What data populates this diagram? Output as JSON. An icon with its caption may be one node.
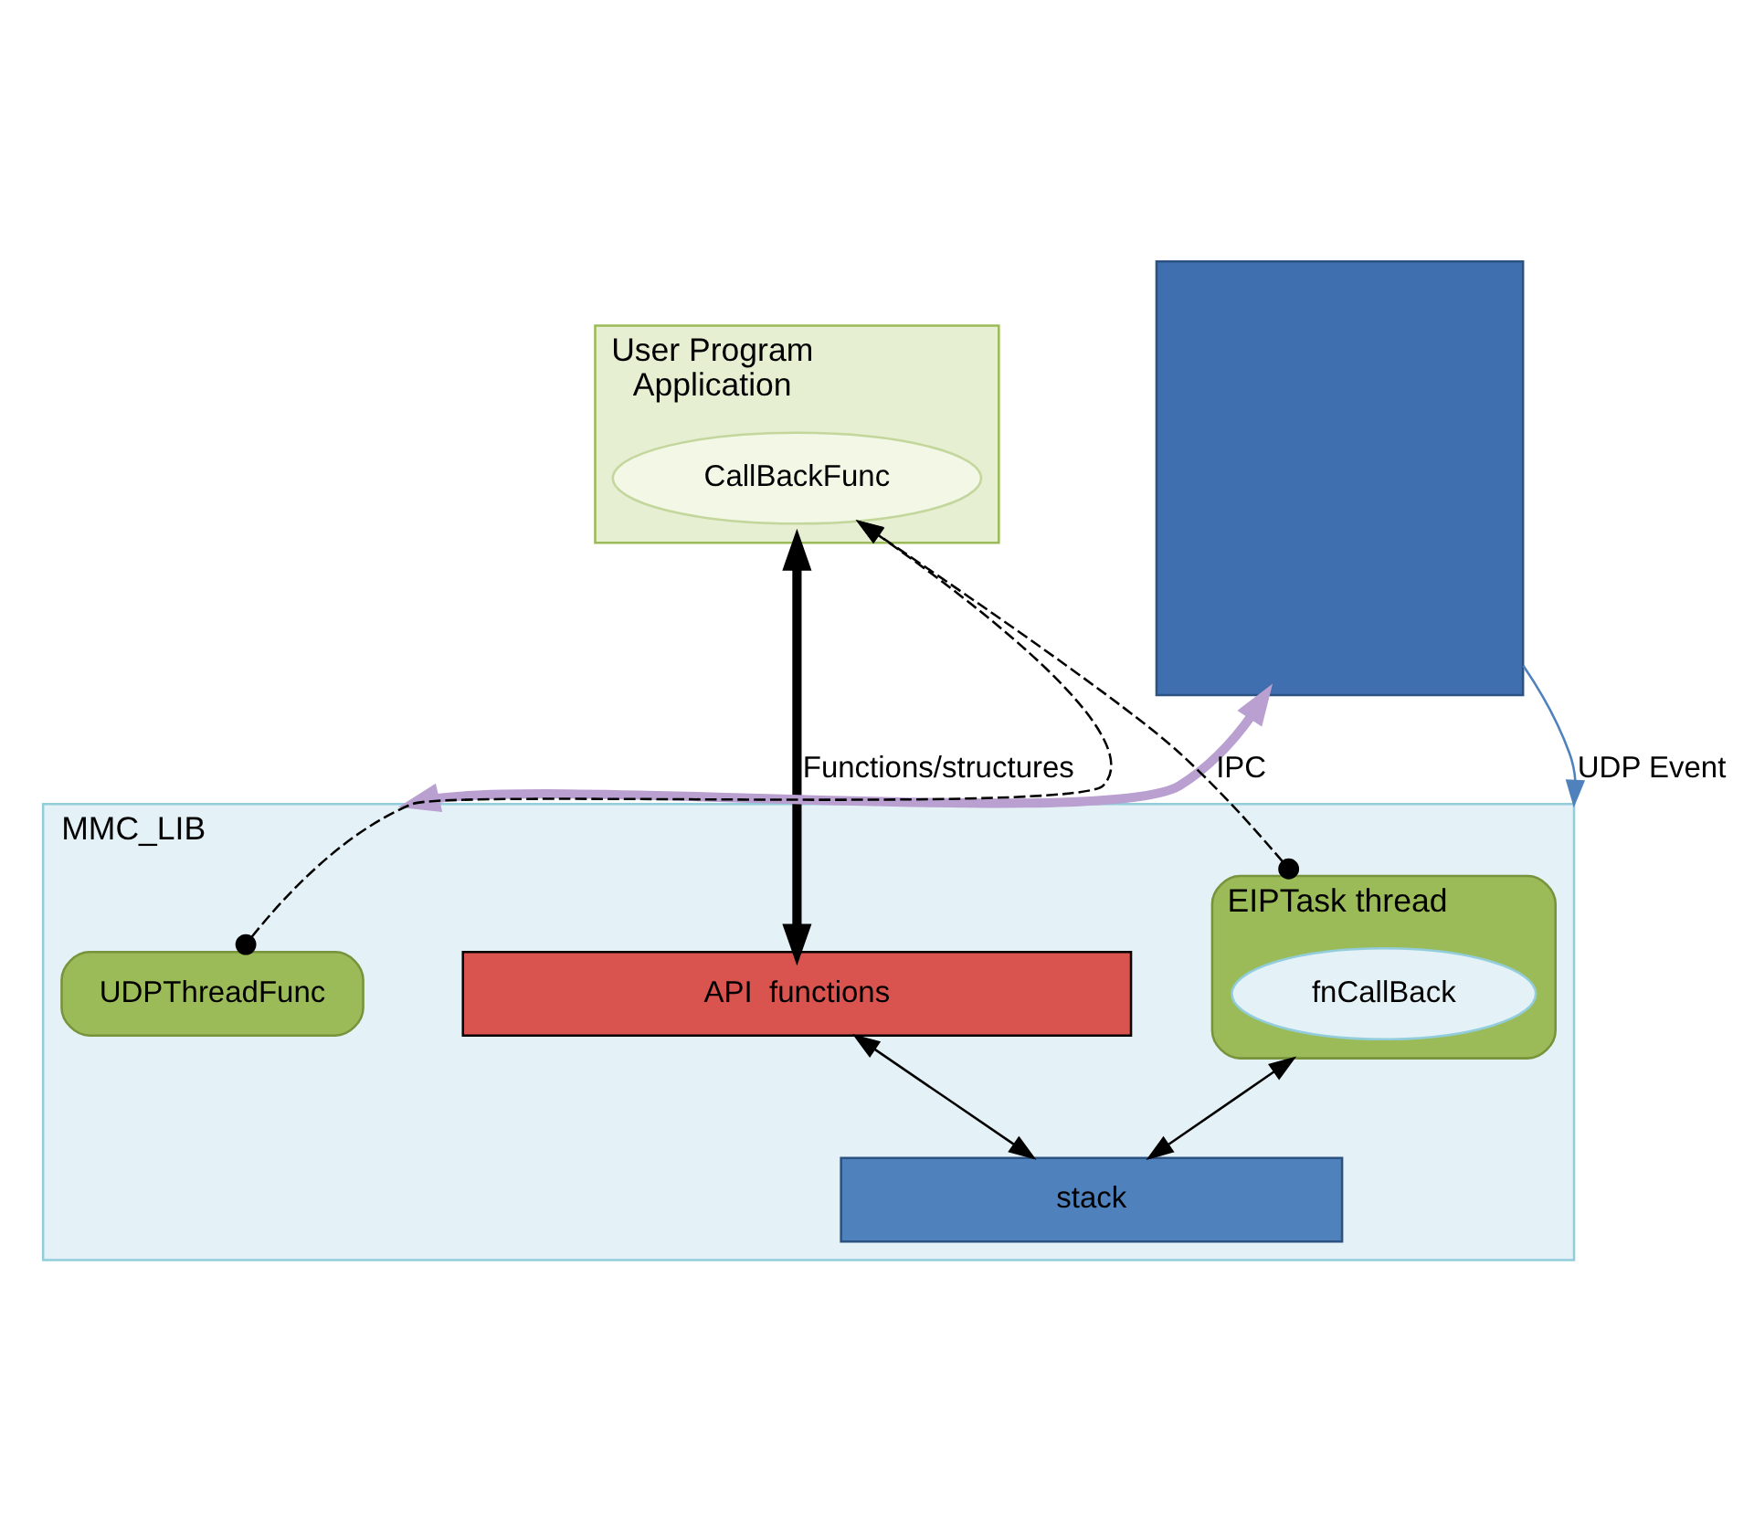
{
  "diagram": {
    "nodes": [
      {
        "text": [
          "User Program",
          "Application"
        ]
      },
      {
        "text": [
          "CallBackFunc"
        ],
        "in": 0
      },
      {
        "text": [],
        "shape": "box"
      },
      {
        "text": [
          "MMC_LIB"
        ]
      },
      {
        "text": [
          "API  functions"
        ],
        "in": 3
      },
      {
        "text": [
          "UDPThreadFunc"
        ],
        "in": 3
      },
      {
        "text": [
          "EIPTask thread"
        ],
        "in": 3
      },
      {
        "text": [
          "fnCallBack"
        ],
        "in": 6
      },
      {
        "text": [
          "stack"
        ],
        "in": 3
      }
    ],
    "edges": [
      {
        "from": 0,
        "to": 4,
        "arrow": "both",
        "label": "Functions/structures",
        "style": "thick"
      },
      {
        "from": 2,
        "to": 3,
        "arrow": "both",
        "label": "IPC",
        "style": "thick",
        "color": "#b9a0d0"
      },
      {
        "from": 2,
        "to": 3,
        "arrow": "to",
        "label": "UDP Event",
        "color": "#4f81bd"
      },
      {
        "from": 5,
        "to": 1,
        "arrow": "to",
        "style": "dashed"
      },
      {
        "from": 6,
        "to": 1,
        "arrow": "to",
        "style": "dashed"
      },
      {
        "from": 4,
        "to": 8,
        "arrow": "both"
      },
      {
        "from": 6,
        "to": 8,
        "arrow": "both"
      }
    ]
  }
}
